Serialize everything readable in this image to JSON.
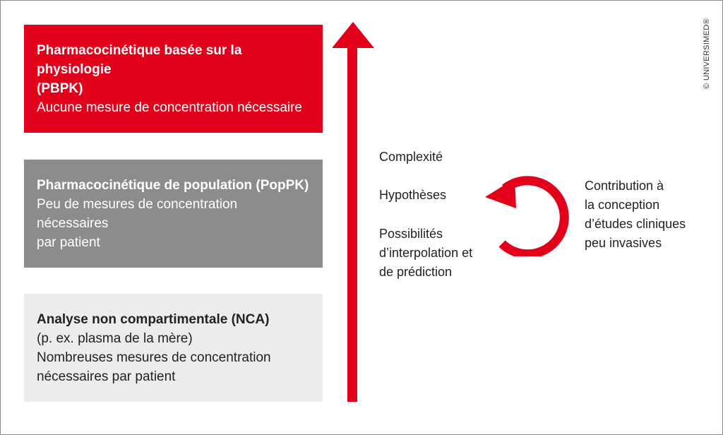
{
  "colors": {
    "accent_red": "#e2001a",
    "mid_gray": "#8c8c8c",
    "light_gray": "#ececec"
  },
  "levels": [
    {
      "title_line1": "Pharmacocinétique basée sur la physiologie",
      "title_line2": "(PBPK)",
      "line1": "Aucune mesure de concentration nécessaire"
    },
    {
      "title_line1": "Pharmacocinétique de population (PopPK)",
      "line1": "Peu de mesures de concentration nécessaires",
      "line2": "par patient"
    },
    {
      "title_line1": "Analyse non compartimentale (NCA)",
      "line1": "(p. ex. plasma de la mère)",
      "line2": "Nombreuses mesures de concentration",
      "line3": "nécessaires par patient"
    }
  ],
  "axis_list": [
    "Complexité",
    "Hypothèses",
    "Possibilités\nd’interpolation et\nde prédiction"
  ],
  "contribution": "Contribution à\nla conception\nd’études cliniques\npeu invasives",
  "copyright": "© UNIVERSIMED®",
  "icons": {
    "vertical_arrow": "arrow-up-icon",
    "cycle": "circular-arrow-icon"
  }
}
